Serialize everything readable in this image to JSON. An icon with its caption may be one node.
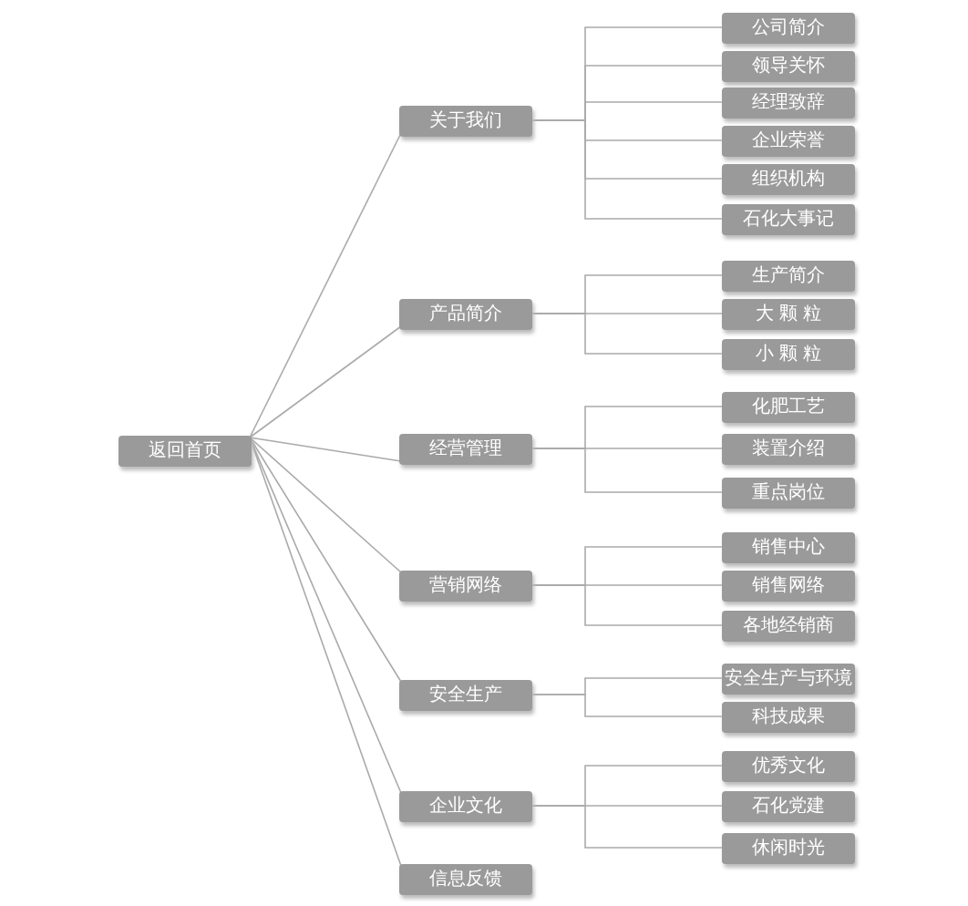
{
  "diagram": {
    "nodes": [
      {
        "text": [
          "返回首页"
        ]
      },
      {
        "text": [
          "关于我们"
        ]
      },
      {
        "text": [
          "公司简介"
        ]
      },
      {
        "text": [
          "领导关怀"
        ]
      },
      {
        "text": [
          "经理致辞"
        ]
      },
      {
        "text": [
          "企业荣誉"
        ]
      },
      {
        "text": [
          "组织机构"
        ]
      },
      {
        "text": [
          "石化大事记"
        ]
      },
      {
        "text": [
          "产品简介"
        ]
      },
      {
        "text": [
          "生产简介"
        ]
      },
      {
        "text": [
          "大 颗 粒"
        ]
      },
      {
        "text": [
          "小 颗 粒"
        ]
      },
      {
        "text": [
          "经营管理"
        ]
      },
      {
        "text": [
          "化肥工艺"
        ]
      },
      {
        "text": [
          "装置介绍"
        ]
      },
      {
        "text": [
          "重点岗位"
        ]
      },
      {
        "text": [
          "营销网络"
        ]
      },
      {
        "text": [
          "销售中心"
        ]
      },
      {
        "text": [
          "销售网络"
        ]
      },
      {
        "text": [
          "各地经销商"
        ]
      },
      {
        "text": [
          "安全生产"
        ]
      },
      {
        "text": [
          "安全生产与环境"
        ]
      },
      {
        "text": [
          "科技成果"
        ]
      },
      {
        "text": [
          "企业文化"
        ]
      },
      {
        "text": [
          "优秀文化"
        ]
      },
      {
        "text": [
          "石化党建"
        ]
      },
      {
        "text": [
          "休闲时光"
        ]
      },
      {
        "text": [
          "信息反馈"
        ]
      }
    ],
    "edges": [
      {
        "from": 0,
        "to": 1,
        "arrow": "none"
      },
      {
        "from": 0,
        "to": 8,
        "arrow": "none"
      },
      {
        "from": 0,
        "to": 12,
        "arrow": "none"
      },
      {
        "from": 0,
        "to": 16,
        "arrow": "none"
      },
      {
        "from": 0,
        "to": 20,
        "arrow": "none"
      },
      {
        "from": 0,
        "to": 23,
        "arrow": "none"
      },
      {
        "from": 0,
        "to": 27,
        "arrow": "none"
      },
      {
        "from": 1,
        "to": 2,
        "arrow": "none"
      },
      {
        "from": 1,
        "to": 3,
        "arrow": "none"
      },
      {
        "from": 1,
        "to": 4,
        "arrow": "none"
      },
      {
        "from": 1,
        "to": 5,
        "arrow": "none"
      },
      {
        "from": 1,
        "to": 6,
        "arrow": "none"
      },
      {
        "from": 1,
        "to": 7,
        "arrow": "none"
      },
      {
        "from": 8,
        "to": 9,
        "arrow": "none"
      },
      {
        "from": 8,
        "to": 10,
        "arrow": "none"
      },
      {
        "from": 8,
        "to": 11,
        "arrow": "none"
      },
      {
        "from": 12,
        "to": 13,
        "arrow": "none"
      },
      {
        "from": 12,
        "to": 14,
        "arrow": "none"
      },
      {
        "from": 12,
        "to": 15,
        "arrow": "none"
      },
      {
        "from": 16,
        "to": 17,
        "arrow": "none"
      },
      {
        "from": 16,
        "to": 18,
        "arrow": "none"
      },
      {
        "from": 16,
        "to": 19,
        "arrow": "none"
      },
      {
        "from": 20,
        "to": 21,
        "arrow": "none"
      },
      {
        "from": 20,
        "to": 22,
        "arrow": "none"
      },
      {
        "from": 23,
        "to": 24,
        "arrow": "none"
      },
      {
        "from": 23,
        "to": 25,
        "arrow": "none"
      },
      {
        "from": 23,
        "to": 26,
        "arrow": "none"
      }
    ]
  }
}
